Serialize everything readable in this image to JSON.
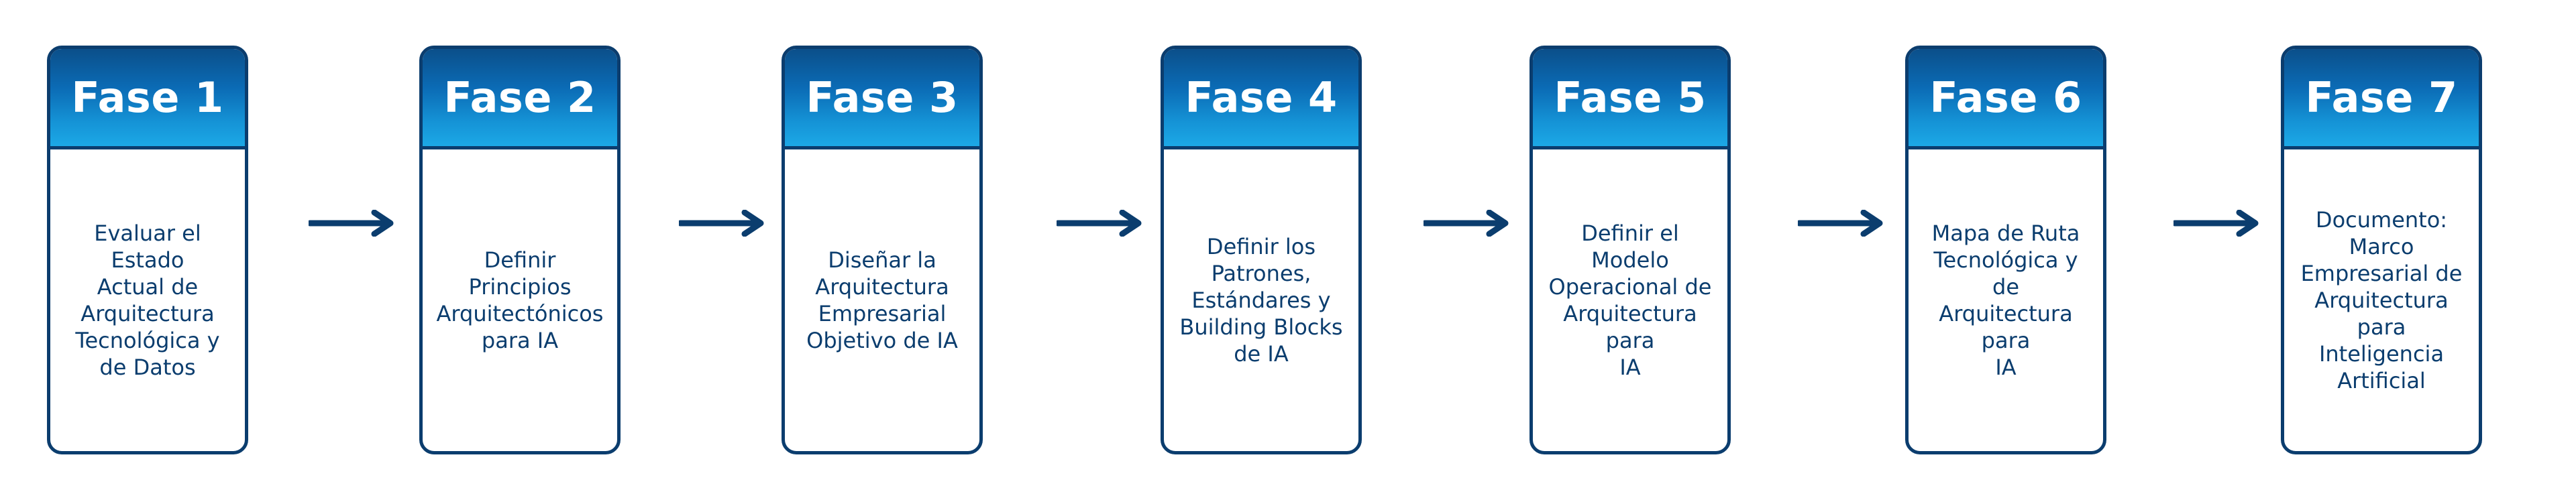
{
  "phases": [
    {
      "title": "Fase 1",
      "lines": [
        "Evaluar el Estado",
        "Actual de",
        "Arquitectura",
        "Tecnológica y",
        "de Datos"
      ]
    },
    {
      "title": "Fase 2",
      "lines": [
        "Definir Principios",
        "Arquitectónicos",
        "para IA"
      ]
    },
    {
      "title": "Fase 3",
      "lines": [
        "Diseñar la",
        "Arquitectura",
        "Empresarial",
        "Objetivo de IA"
      ]
    },
    {
      "title": "Fase 4",
      "lines": [
        "Definir los",
        "Patrones,",
        "Estándares y",
        "Building Blocks",
        "de IA"
      ]
    },
    {
      "title": "Fase 5",
      "lines": [
        "Definir el Modelo",
        "Operacional de",
        "Arquitectura para",
        "IA"
      ]
    },
    {
      "title": "Fase 6",
      "lines": [
        "Mapa de Ruta",
        "Tecnológica y de",
        "Arquitectura para",
        "IA"
      ]
    },
    {
      "title": "Fase 7",
      "lines": [
        "Documento:",
        "Marco",
        "Empresarial de",
        "Arquitectura para",
        "Inteligencia",
        "Artificial"
      ]
    }
  ],
  "colors": {
    "border": "#0b3d6e",
    "header_top": "#0b4f8a",
    "header_bottom": "#1ca8e6",
    "text": "#0b3d6e",
    "arrow": "#0b3d6e"
  }
}
